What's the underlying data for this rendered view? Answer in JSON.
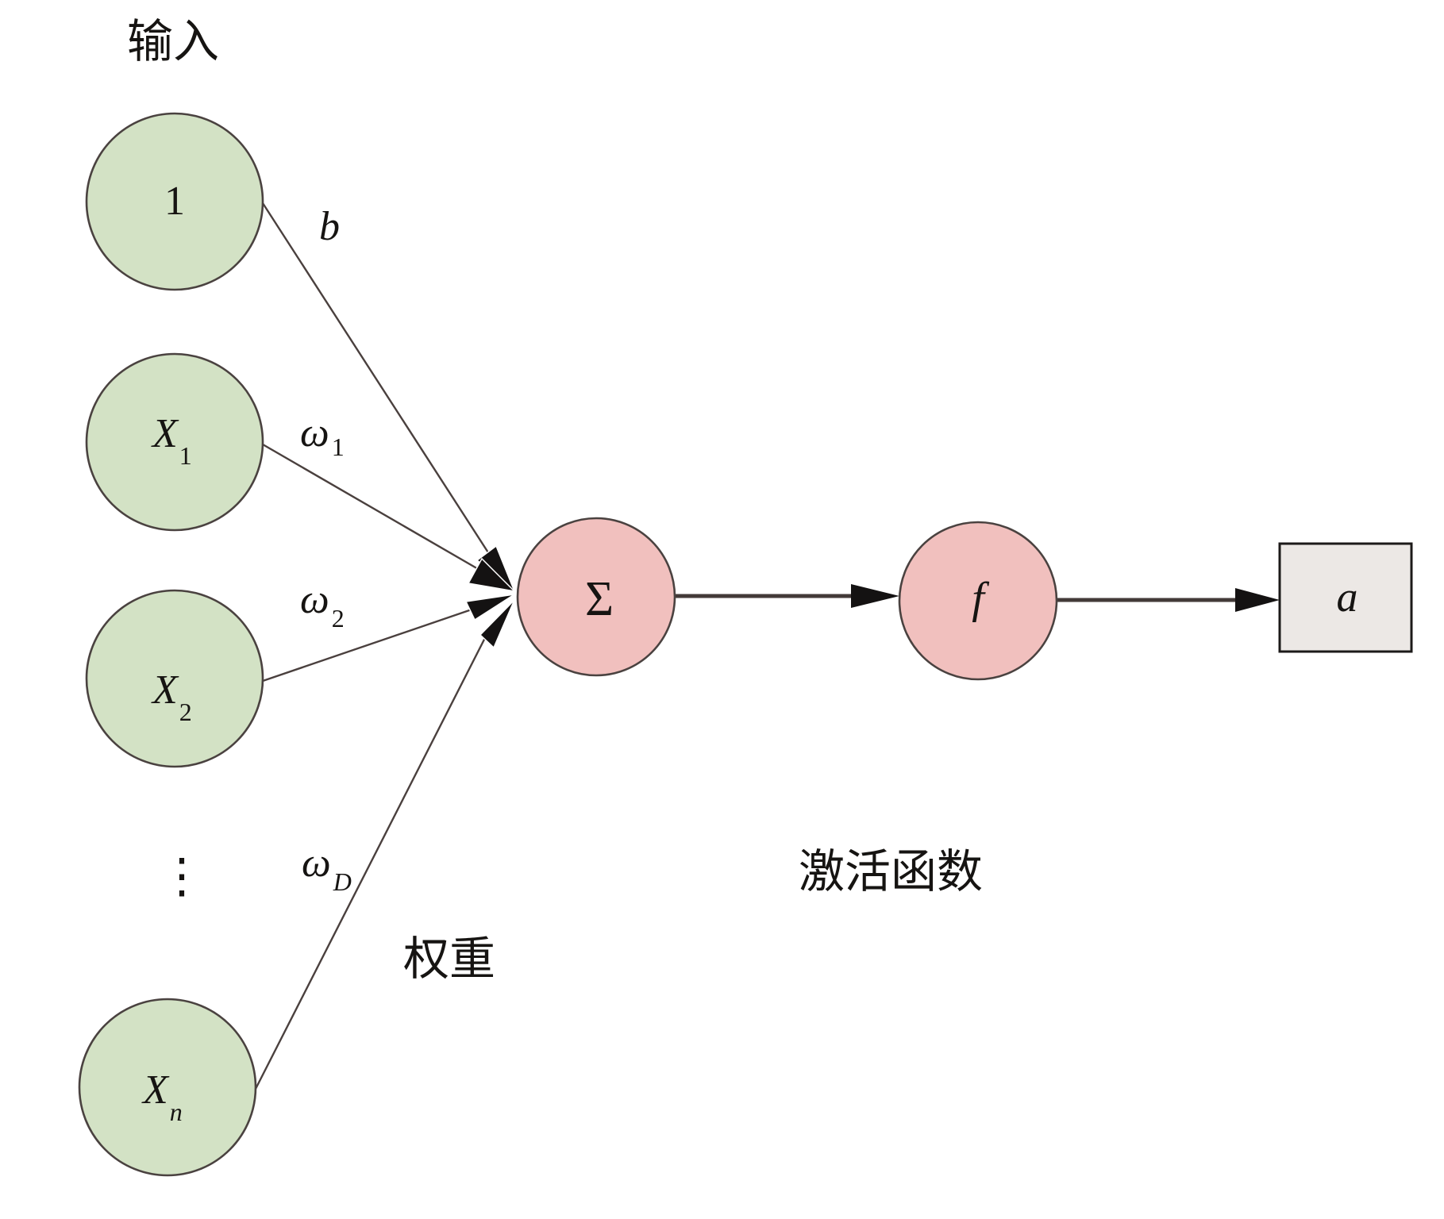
{
  "title": "神经元模型",
  "labels": {
    "input_heading": "输入",
    "weights_heading": "权重",
    "activation_heading": "激活函数",
    "ellipsis": "⋮"
  },
  "colors": {
    "input_fill": "#d3e2c5",
    "process_fill": "#f1c0be",
    "output_fill": "#ece8e5",
    "stroke": "#4a4240"
  },
  "inputs": [
    {
      "id": "bias",
      "main": "1",
      "sub": "",
      "italic": false,
      "weight": {
        "main": "b",
        "sub": ""
      }
    },
    {
      "id": "x1",
      "main": "X",
      "sub": "1",
      "italic": true,
      "weight": {
        "main": "ω",
        "sub": "1"
      }
    },
    {
      "id": "x2",
      "main": "X",
      "sub": "2",
      "italic": true,
      "weight": {
        "main": "ω",
        "sub": "2"
      }
    },
    {
      "id": "xn",
      "main": "X",
      "sub": "n",
      "italic": true,
      "weight": {
        "main": "ω",
        "sub": "D"
      }
    }
  ],
  "sum_node": {
    "symbol": "Σ"
  },
  "activation_node": {
    "symbol": "f"
  },
  "output_node": {
    "symbol": "a"
  }
}
